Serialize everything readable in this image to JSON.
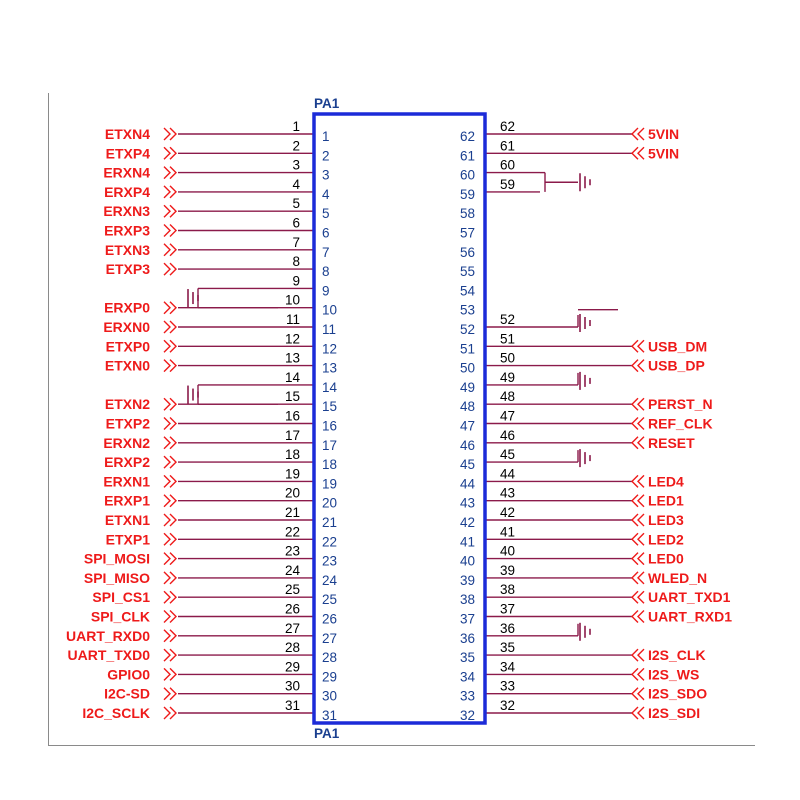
{
  "component": {
    "ref_top": "PA1",
    "ref_bottom": "PA1"
  },
  "left_pins": [
    {
      "pin": "1",
      "label": "ETXN4"
    },
    {
      "pin": "2",
      "label": "ETXP4"
    },
    {
      "pin": "3",
      "label": "ERXN4"
    },
    {
      "pin": "4",
      "label": "ERXP4"
    },
    {
      "pin": "5",
      "label": "ERXN3"
    },
    {
      "pin": "6",
      "label": "ERXP3"
    },
    {
      "pin": "7",
      "label": "ETXN3"
    },
    {
      "pin": "8",
      "label": "ETXP3"
    },
    {
      "pin": "9",
      "label": "",
      "gnd": true
    },
    {
      "pin": "10",
      "label": "ERXP0"
    },
    {
      "pin": "11",
      "label": "ERXN0"
    },
    {
      "pin": "12",
      "label": "ETXP0"
    },
    {
      "pin": "13",
      "label": "ETXN0"
    },
    {
      "pin": "14",
      "label": "",
      "gnd": true
    },
    {
      "pin": "15",
      "label": "ETXN2"
    },
    {
      "pin": "16",
      "label": "ETXP2"
    },
    {
      "pin": "17",
      "label": "ERXN2"
    },
    {
      "pin": "18",
      "label": "ERXP2"
    },
    {
      "pin": "19",
      "label": "ERXN1"
    },
    {
      "pin": "20",
      "label": "ERXP1"
    },
    {
      "pin": "21",
      "label": "ETXN1"
    },
    {
      "pin": "22",
      "label": "ETXP1"
    },
    {
      "pin": "23",
      "label": "SPI_MOSI"
    },
    {
      "pin": "24",
      "label": "SPI_MISO"
    },
    {
      "pin": "25",
      "label": "SPI_CS1"
    },
    {
      "pin": "26",
      "label": "SPI_CLK"
    },
    {
      "pin": "27",
      "label": "UART_RXD0"
    },
    {
      "pin": "28",
      "label": "UART_TXD0"
    },
    {
      "pin": "29",
      "label": "GPIO0"
    },
    {
      "pin": "30",
      "label": "I2C-SD"
    },
    {
      "pin": "31",
      "label": "I2C_SCLK"
    }
  ],
  "right_pins": [
    {
      "pin": "62",
      "label": "5VIN"
    },
    {
      "pin": "61",
      "label": "5VIN"
    },
    {
      "pin": "60",
      "label": "",
      "gnd": true
    },
    {
      "pin": "59",
      "label": "",
      "gnd": true
    },
    {
      "pin": "58",
      "label": "",
      "nc": true
    },
    {
      "pin": "57",
      "label": "",
      "nc": true
    },
    {
      "pin": "56",
      "label": "",
      "nc": true
    },
    {
      "pin": "55",
      "label": "",
      "nc": true
    },
    {
      "pin": "54",
      "label": "",
      "nc": true
    },
    {
      "pin": "53",
      "label": "",
      "nc": true
    },
    {
      "pin": "52",
      "label": "",
      "gnd": true
    },
    {
      "pin": "51",
      "label": "USB_DM"
    },
    {
      "pin": "50",
      "label": "USB_DP"
    },
    {
      "pin": "49",
      "label": "",
      "gnd": true
    },
    {
      "pin": "48",
      "label": "PERST_N"
    },
    {
      "pin": "47",
      "label": "REF_CLK"
    },
    {
      "pin": "46",
      "label": "RESET"
    },
    {
      "pin": "45",
      "label": "",
      "gnd": true
    },
    {
      "pin": "44",
      "label": "LED4"
    },
    {
      "pin": "43",
      "label": "LED1"
    },
    {
      "pin": "42",
      "label": "LED3"
    },
    {
      "pin": "41",
      "label": "LED2"
    },
    {
      "pin": "40",
      "label": "LED0"
    },
    {
      "pin": "39",
      "label": "WLED_N"
    },
    {
      "pin": "38",
      "label": "UART_TXD1"
    },
    {
      "pin": "37",
      "label": "UART_RXD1"
    },
    {
      "pin": "36",
      "label": "",
      "gnd": true
    },
    {
      "pin": "35",
      "label": "I2S_CLK"
    },
    {
      "pin": "34",
      "label": "I2S_WS"
    },
    {
      "pin": "33",
      "label": "I2S_SDO"
    },
    {
      "pin": "32",
      "label": "I2S_SDI"
    }
  ],
  "colors": {
    "component_body": "#1c2bd8",
    "net_wire": "#8b1a4a",
    "net_label": "#ee1a1a",
    "pin_text": "#1a3f8f",
    "frame": "#8a8a8a"
  },
  "icons": {
    "ground": "ground-symbol-icon",
    "off_page": "offpage-connector-icon"
  }
}
